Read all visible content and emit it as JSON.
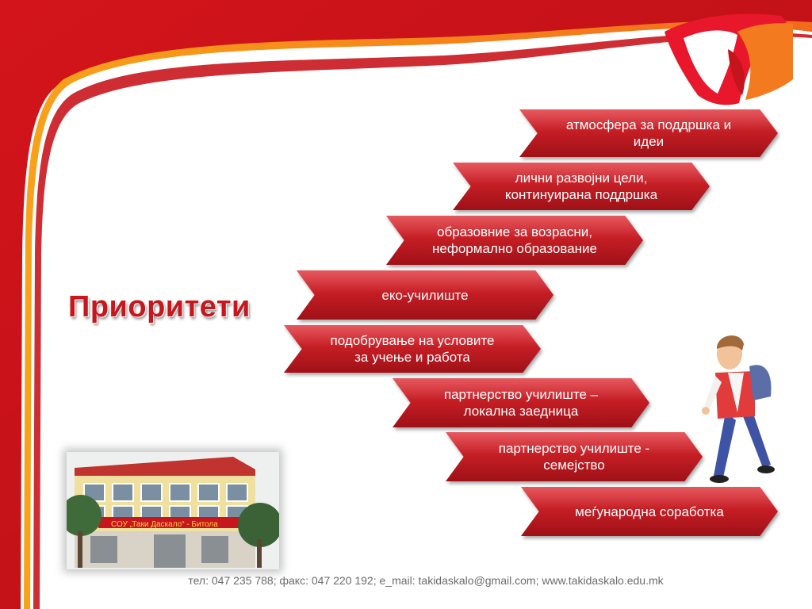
{
  "slide": {
    "title": "Приоритети",
    "colors": {
      "primary_red": "#c8161d",
      "accent_orange": "#f47a20",
      "arrow_red": "#c41d24"
    }
  },
  "priorities": [
    {
      "label_line1": "атмосфера за поддршка и",
      "label_line2": "идеи"
    },
    {
      "label_line1": "лични развојни цели,",
      "label_line2": "континуирана поддршка"
    },
    {
      "label_line1": "образовние за возрасни,",
      "label_line2": "неформално образование"
    },
    {
      "label_line1": "еко-училиште",
      "label_line2": ""
    },
    {
      "label_line1": "подобрување на условите",
      "label_line2": "за учење и работа"
    },
    {
      "label_line1": "партнерство училиште –",
      "label_line2": "локална заедница"
    },
    {
      "label_line1": "партнерство училиште -",
      "label_line2": "семејство"
    },
    {
      "label_line1": "меѓународна соработка",
      "label_line2": ""
    }
  ],
  "school_sign": "СОУ „Таки Даскало“ - Битола",
  "footer": "тел: 047 235 788; факс: 047 220 192; e_mail: takidaskalo@gmail.com; www.takidaskalo.edu.mk",
  "icons": {
    "logo": "red-orange-swoosh-logo",
    "student": "walking-student-illustration",
    "school": "school-building-photo"
  }
}
